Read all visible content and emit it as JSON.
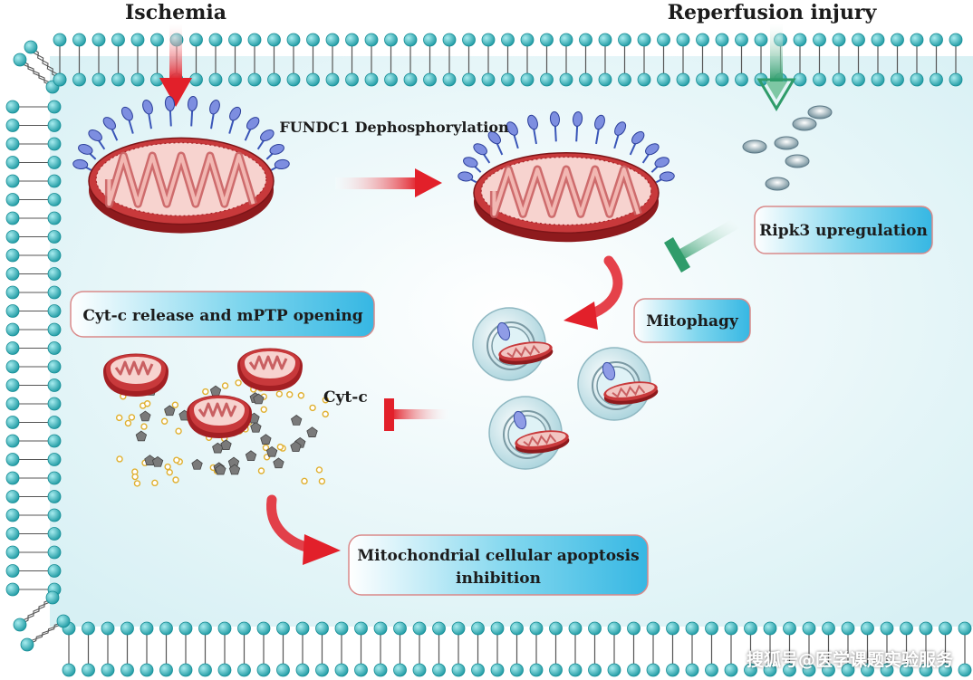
{
  "labels": {
    "ischemia": "Ischemia",
    "reperfusion": "Reperfusion injury",
    "fundc1": "FUNDC1 Dephosphorylation",
    "ripk3": "Ripk3 upregulation",
    "mitophagy": "Mitophagy",
    "cytc_release": "Cyt-c release and mPTP opening",
    "cytc": "Cyt-c",
    "apoptosis_line1": "Mitochondrial cellular apoptosis",
    "apoptosis_line2": "inhibition"
  },
  "watermark": "搜狐号@医学课题实验服务",
  "colors": {
    "membrane_head": "#3dbcc4",
    "mito_outer": "#b8282c",
    "mito_inner": "#f4c9c4",
    "arrow_red": "#e2202a",
    "arrow_green": "#2f9c6a",
    "box_fill": "#6fd0ea",
    "cell_bg": "#e8f7fa"
  },
  "icons": [
    "down-arrow-icon",
    "right-arrow-icon",
    "curved-arrow-icon",
    "inhibit-icon",
    "mitochondrion-icon",
    "autophagosome-icon",
    "cyt-c-particle-icon"
  ]
}
